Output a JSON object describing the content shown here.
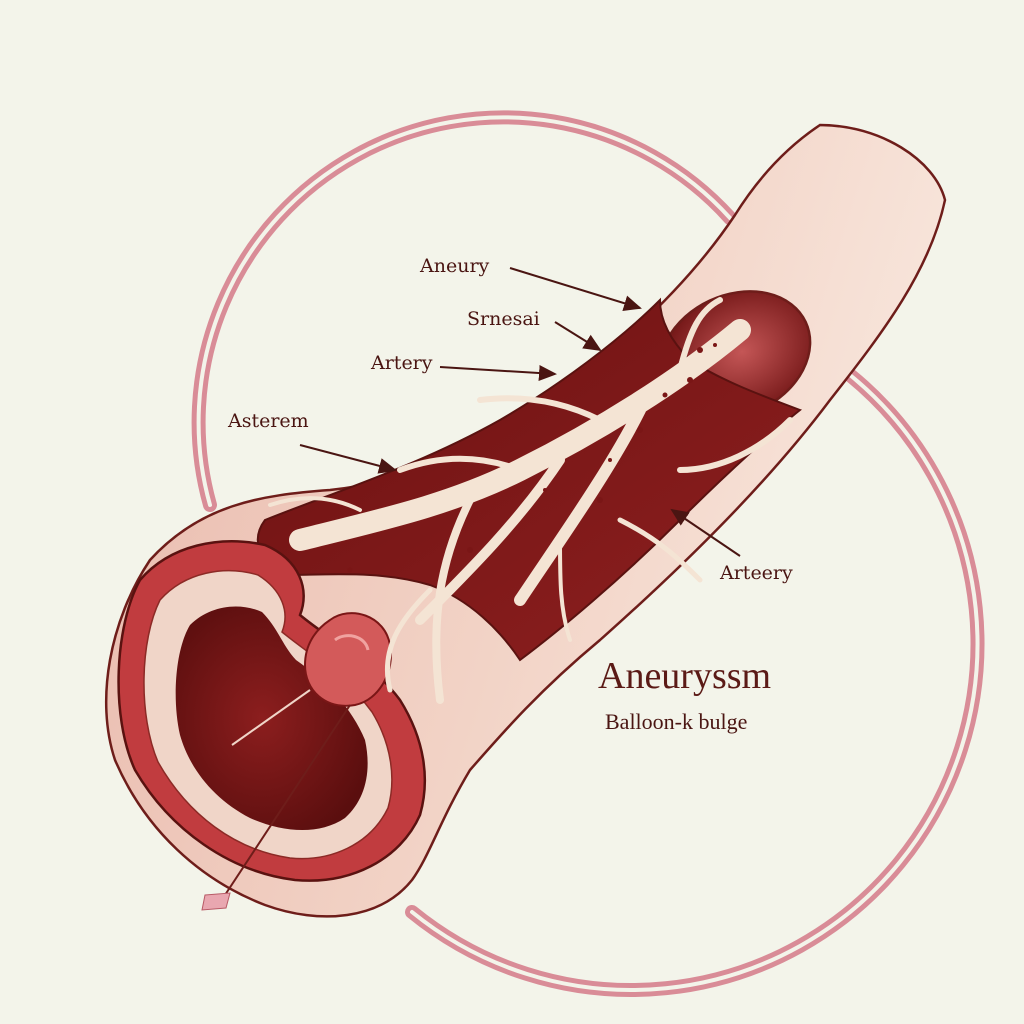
{
  "diagram": {
    "labels": [
      {
        "id": "label-aneury",
        "text": "Aneury"
      },
      {
        "id": "label-srnesai",
        "text": "Srnesai"
      },
      {
        "id": "label-artery",
        "text": "Artery"
      },
      {
        "id": "label-asterem",
        "text": "Asterem"
      },
      {
        "id": "label-arteery",
        "text": "Arteery"
      }
    ],
    "title": "Aneuryssm",
    "subtitle": "Balloon-k bulge"
  },
  "colors": {
    "background": "#f3f4ea",
    "ring": "#d98c97",
    "vessel_outer": "#e8b3a8",
    "vessel_wall": "#b8323a",
    "lumen": "#7a1616",
    "clot": "#f4e4d4",
    "ink": "#4a1512"
  }
}
